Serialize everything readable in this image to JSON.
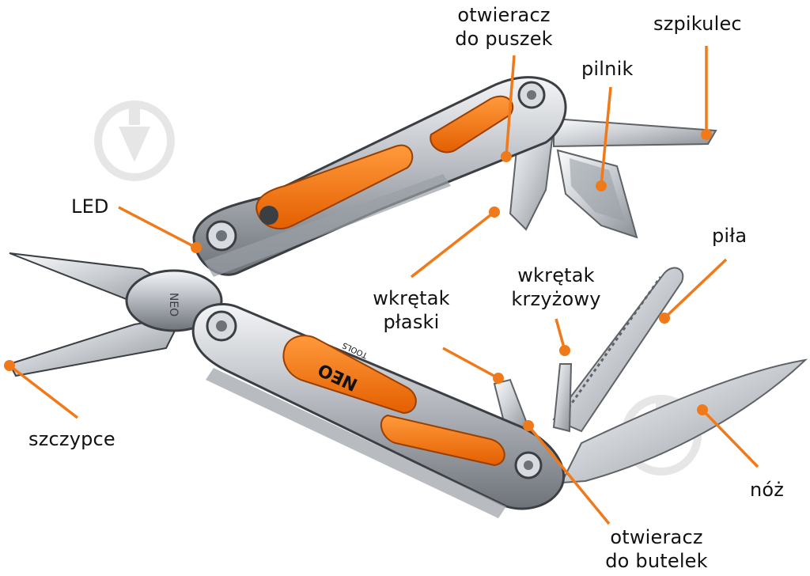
{
  "colors": {
    "accent": "#f07a1a",
    "steel": "#c9ccd1",
    "steel_dark": "#5f6368",
    "grip": "#ff7a14",
    "text": "#111111",
    "watermark": "#e6e6e6"
  },
  "brand": {
    "logo": "NEO",
    "logo_sub": "TOOLS"
  },
  "labels": {
    "can_opener": [
      "otwieracz",
      "do puszek"
    ],
    "awl": "szpikulec",
    "file": "pilnik",
    "led": "LED",
    "saw": "piła",
    "phillips": [
      "wkrętak",
      "krzyżowy"
    ],
    "flat": [
      "wkrętak",
      "płaski"
    ],
    "pliers": "szczypce",
    "knife": "nóż",
    "bottle_opener": [
      "otwieracz",
      "do butelek"
    ]
  },
  "icons": [
    "pen-watermark-icon",
    "pen-watermark-icon"
  ]
}
